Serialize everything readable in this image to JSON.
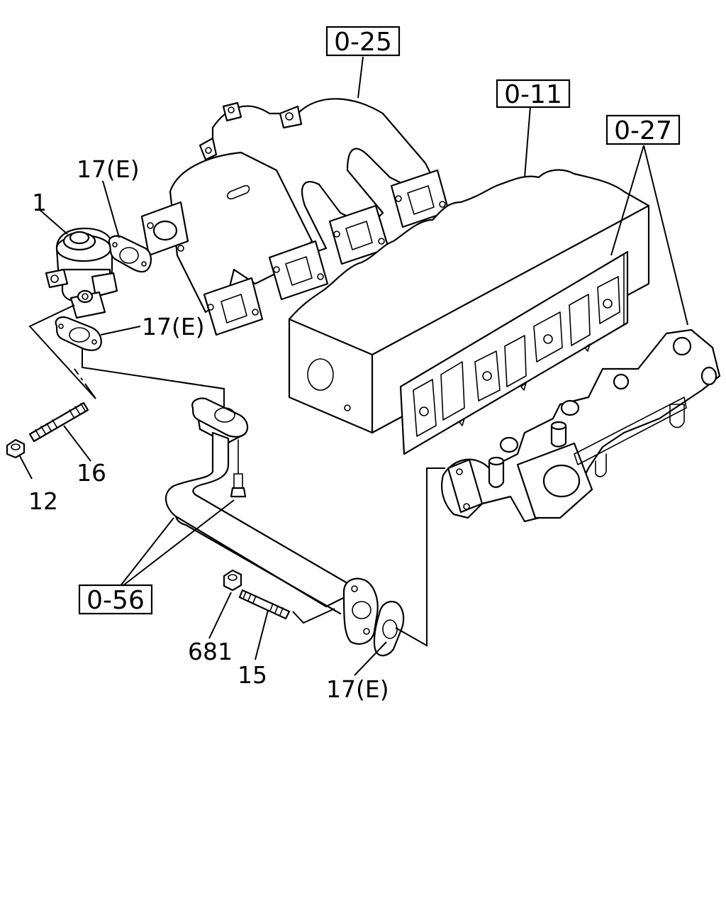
{
  "ref_labels": {
    "intake_manifold": "0-25",
    "cylinder_head": "0-11",
    "exhaust_manifold": "0-27",
    "egr_pipe": "0-56"
  },
  "part_labels": {
    "egr_valve": "1",
    "gasket_valve_top": "17(E)",
    "gasket_valve_bottom": "17(E)",
    "gasket_pipe_end": "17(E)",
    "stud_valve": "16",
    "nut_valve": "12",
    "nut_pipe": "681",
    "stud_pipe": "15"
  }
}
